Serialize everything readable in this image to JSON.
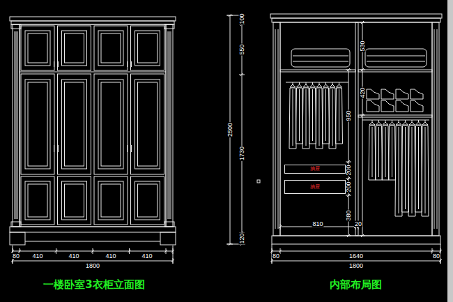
{
  "diagram": {
    "nodes": [
      {
        "text": [
          "抽屉"
        ]
      },
      {
        "text": [
          "抽屉"
        ]
      }
    ],
    "labels": [
      "80",
      "410",
      "410",
      "410",
      "410",
      "1800",
      "100",
      "550",
      "2500",
      "1730",
      "120",
      "530",
      "420",
      "950",
      "200",
      "200",
      "380",
      "810",
      "20",
      "80",
      "1640",
      "80",
      "1800",
      "一楼卧室3衣柜立面图",
      "内部布局图"
    ]
  }
}
